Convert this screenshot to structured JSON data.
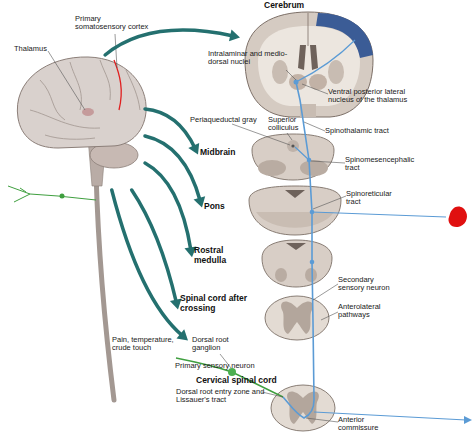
{
  "diagram": {
    "nodes": [
      {
        "text": [
          "Primary somatosensory cortex",
          "Thalamus"
        ]
      },
      {
        "text": [
          "Cerebrum"
        ]
      },
      {
        "text": [
          "Midbrain"
        ]
      },
      {
        "text": [
          "Pons"
        ]
      },
      {
        "text": [
          "Rostral medulla"
        ]
      },
      {
        "text": [
          "Spinal cord after crossing"
        ]
      },
      {
        "text": [
          "Cervical spinal cord"
        ]
      }
    ],
    "edges": [
      {
        "from": 0,
        "to": 1,
        "arrow": "to"
      },
      {
        "from": 0,
        "to": 2,
        "arrow": "to"
      },
      {
        "from": 0,
        "to": 3,
        "arrow": "to"
      },
      {
        "from": 0,
        "to": 4,
        "arrow": "to"
      },
      {
        "from": 0,
        "to": 5,
        "arrow": "to"
      },
      {
        "from": 0,
        "to": 6,
        "arrow": "to"
      }
    ],
    "labels": [
      "Intralaminar and medio-dorsal nuclei",
      "Ventral posterior lateral nucleus of the thalamus",
      "Periaqueductal gray",
      "Superior colliculus",
      "Spinothalamic tract",
      "Spinomesencephalic tract",
      "Spinoreticular tract",
      "Secondary sensory neuron",
      "Anterolateral pathways",
      "Pain, temperature, crude touch",
      "Dorsal root ganglion",
      "Primary sensory neuron",
      "Dorsal root entry zone and Lissauer's tract",
      "Anterior commissure"
    ]
  }
}
